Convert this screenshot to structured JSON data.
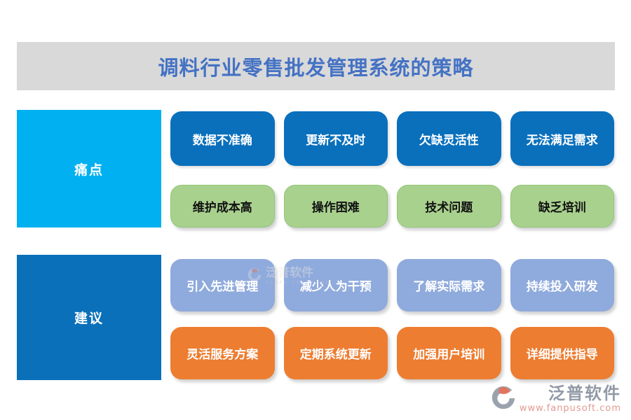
{
  "title": "调料行业零售批发管理系统的策略",
  "colors": {
    "title_text": "#4472c4",
    "title_bar_bg": "#d9d9d9",
    "pain_label_bg": "#00b0f0",
    "advice_label_bg": "#0a70ba",
    "pain_row1_bg": "#0a70bc",
    "pain_row2_bg": "#a9d18e",
    "advice_row1_bg": "#8faadc",
    "advice_row2_bg": "#ed7d31"
  },
  "sections": [
    {
      "label": "痛点",
      "rows": [
        {
          "style": "blue",
          "items": [
            "数据不准确",
            "更新不及时",
            "欠缺灵活性",
            "无法满足需求"
          ]
        },
        {
          "style": "green",
          "items": [
            "维护成本高",
            "操作困难",
            "技术问题",
            "缺乏培训"
          ]
        }
      ]
    },
    {
      "label": "建议",
      "rows": [
        {
          "style": "periwinkle",
          "items": [
            "引入先进管理",
            "减少人为干预",
            "了解实际需求",
            "持续投入研发"
          ]
        },
        {
          "style": "orange",
          "items": [
            "灵活服务方案",
            "定期系统更新",
            "加强用户培训",
            "详细提供指导"
          ]
        }
      ]
    }
  ],
  "watermark": {
    "text": "泛普软件",
    "subtext": "FANPU SOFTWARE"
  },
  "logo": {
    "name": "泛普软件",
    "url": "www.fanpusoft.com"
  }
}
